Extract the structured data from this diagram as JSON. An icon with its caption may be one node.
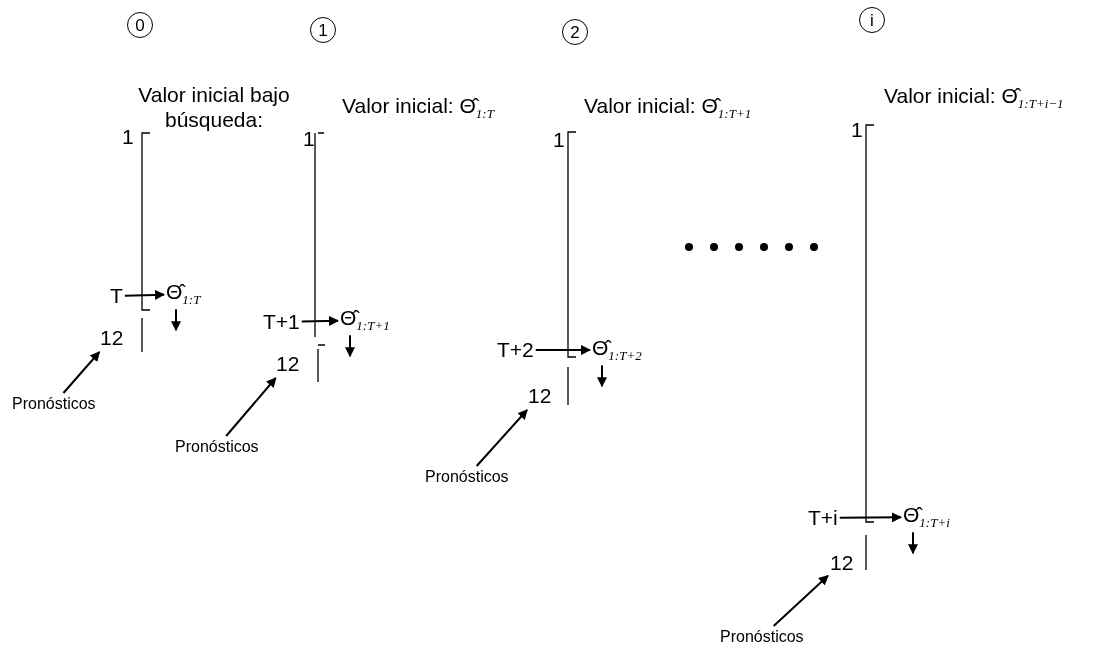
{
  "diagram": {
    "nodes": [
      {
        "text": [
          "0"
        ]
      },
      {
        "text": [
          "1"
        ]
      },
      {
        "text": [
          "2"
        ]
      },
      {
        "text": [
          "i"
        ]
      },
      {
        "text": [
          "T"
        ]
      },
      {
        "text": [
          "Θ̂$_{1:T}$"
        ]
      },
      {
        "text": [
          "12"
        ]
      },
      {
        "text": [
          "Pronósticos"
        ]
      },
      {
        "text": [
          "T+1"
        ]
      },
      {
        "text": [
          "Θ̂$_{1:T+1}$"
        ]
      },
      {
        "text": [
          "12"
        ]
      },
      {
        "text": [
          "Pronósticos"
        ]
      },
      {
        "text": [
          "T+2"
        ]
      },
      {
        "text": [
          "Θ̂$_{1:T+2}$"
        ]
      },
      {
        "text": [
          "12"
        ]
      },
      {
        "text": [
          "Pronósticos"
        ]
      },
      {
        "text": [
          "T+i"
        ]
      },
      {
        "text": [
          "Θ̂$_{1:T+i}$"
        ]
      },
      {
        "text": [
          "12"
        ]
      },
      {
        "text": [
          "Pronósticos"
        ]
      }
    ],
    "edges": [
      {
        "from": 4,
        "to": 5,
        "arrow": "to"
      },
      {
        "from": 5,
        "to": null,
        "arrow": "to"
      },
      {
        "from": 7,
        "to": 6,
        "arrow": "to"
      },
      {
        "from": 8,
        "to": 9,
        "arrow": "to"
      },
      {
        "from": 9,
        "to": null,
        "arrow": "to"
      },
      {
        "from": 11,
        "to": 10,
        "arrow": "to"
      },
      {
        "from": 12,
        "to": 13,
        "arrow": "to"
      },
      {
        "from": 13,
        "to": null,
        "arrow": "to"
      },
      {
        "from": 15,
        "to": 14,
        "arrow": "to"
      },
      {
        "from": 16,
        "to": 17,
        "arrow": "to"
      },
      {
        "from": 17,
        "to": null,
        "arrow": "to"
      },
      {
        "from": 19,
        "to": 18,
        "arrow": "to"
      }
    ],
    "labels": [
      "Valor inicial bajo búsqueda:",
      "1",
      "Valor inicial: Θ̂$_{1:T}$",
      "1",
      "Valor inicial: Θ̂$_{1:T+1}$",
      "1",
      "Valor inicial: Θ̂$_{1:T+i−1}$",
      "1"
    ]
  }
}
